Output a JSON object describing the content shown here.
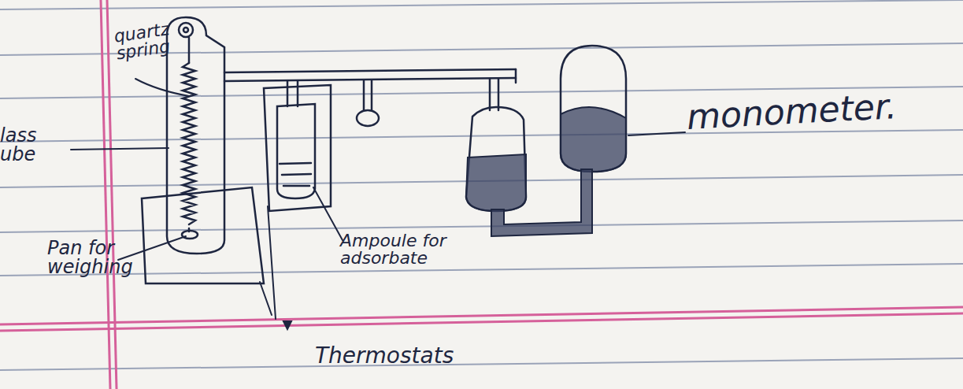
{
  "diagram": {
    "labels": [
      "quartz spring",
      "lass ube",
      "Pan for weighing",
      "Ampoule for adsorbate",
      "monometer.",
      "Thermostats"
    ]
  }
}
